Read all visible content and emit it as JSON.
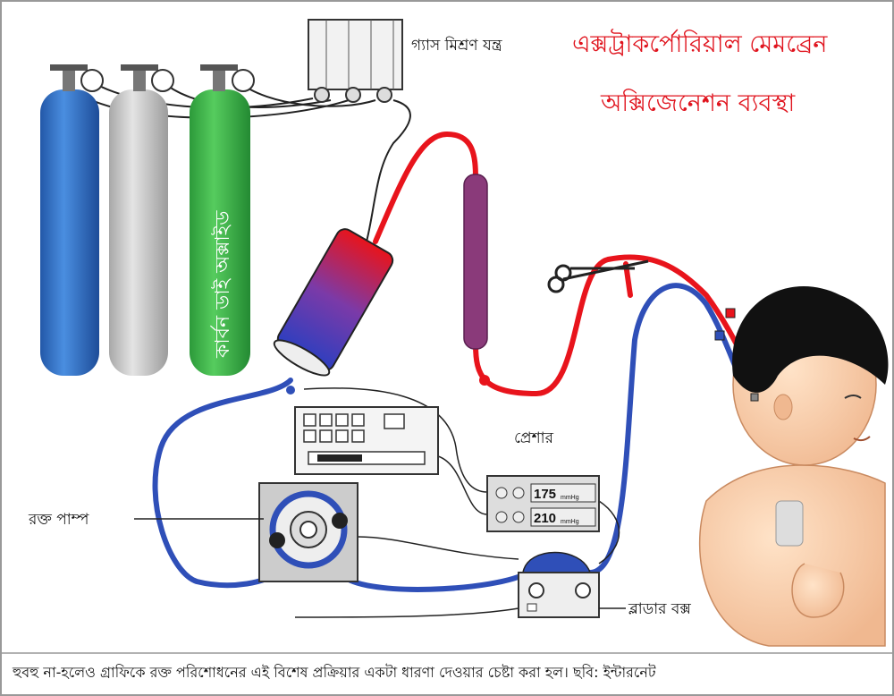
{
  "title": {
    "line1": "এক্সট্রাকর্পোরিয়াল মেমব্রেন",
    "line2": "অক্সিজেনেশন ব্যবস্থা"
  },
  "labels": {
    "gas_mixer": "গ্যাস মিশ্রণ যন্ত্র",
    "co2_tank": "কার্বন ডাই অক্সাইড",
    "pressure": "প্রেশার",
    "blood_pump": "রক্ত পাম্প",
    "bladder_box": "ব্লাডার বক্স"
  },
  "pressure_monitor": {
    "reading1": "175",
    "unit1": "mmHg",
    "reading2": "210",
    "unit2": "mmHg"
  },
  "caption": "হুবহু না-হলেও গ্রাফিকে রক্ত পরিশোধনের এই বিশেষ প্রক্রিয়ার একটা ধারণা দেওয়ার চেষ্টা করা হল। ছবি: ইন্টারনেট",
  "colors": {
    "arterial": "#e8141c",
    "venous": "#2f4fb8",
    "title": "#e0141e",
    "co2_tank": "#3cb54a",
    "tank_blue": "#2f6fc0",
    "tank_gray": "#c8c8c8",
    "heat_exchanger": "#8a3a7a"
  }
}
